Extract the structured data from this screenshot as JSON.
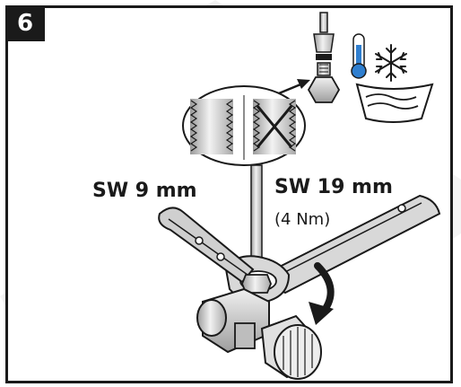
{
  "step": {
    "number": "6"
  },
  "labels": {
    "wrench_small": "SW 9 mm",
    "wrench_large": "SW 19 mm",
    "torque": "(4 Nm)"
  },
  "icons": {
    "frost": "thermometer-snowflake-icon",
    "thread": "thread-detail-icon",
    "rotation": "clockwise-arrow-icon"
  },
  "colors": {
    "ink": "#1a1a1a",
    "metal_light": "#e4e4e4",
    "metal_mid": "#bdbdbd",
    "metal_dark": "#8c8c8c",
    "thermometer_blue": "#2f7fd0",
    "watermark": "#f0f0f0"
  }
}
